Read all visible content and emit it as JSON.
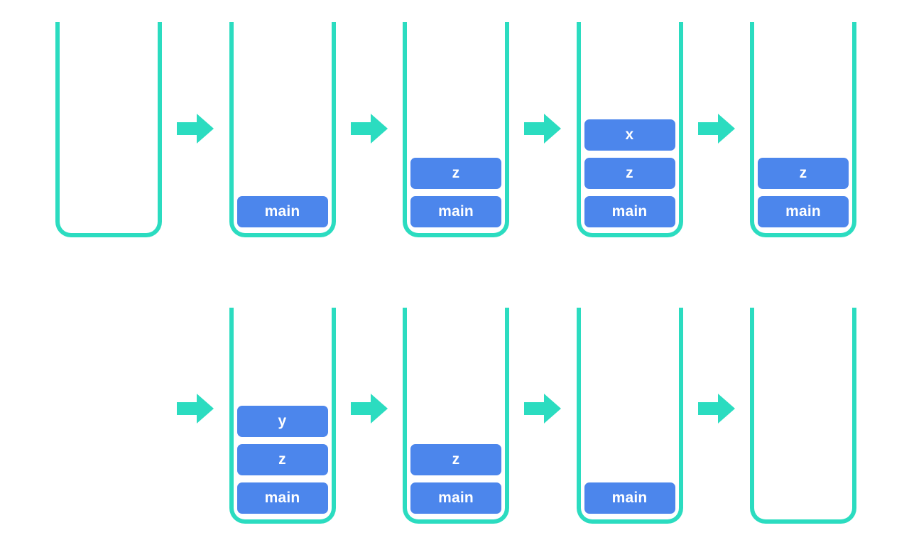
{
  "diagram": {
    "kind": "call-stack-evolution",
    "description": "Sequence of call stack states as functions are pushed and popped",
    "colors": {
      "stack_stroke": "#2bdcc0",
      "arrow_fill": "#2bdcc0",
      "frame_fill": "#4c86ec",
      "frame_text": "#ffffff",
      "background": "#ffffff"
    },
    "rows": [
      {
        "name": "top-row",
        "states": [
          {
            "id": "state-1",
            "frames": []
          },
          {
            "id": "state-2",
            "frames": [
              "main"
            ]
          },
          {
            "id": "state-3",
            "frames": [
              "main",
              "z"
            ]
          },
          {
            "id": "state-4",
            "frames": [
              "main",
              "z",
              "x"
            ]
          },
          {
            "id": "state-5",
            "frames": [
              "main",
              "z"
            ]
          }
        ],
        "arrows": [
          "arrow-1",
          "arrow-2",
          "arrow-3",
          "arrow-4"
        ]
      },
      {
        "name": "bottom-row",
        "states": [
          {
            "id": "state-6",
            "frames": [
              "main",
              "z",
              "y"
            ]
          },
          {
            "id": "state-7",
            "frames": [
              "main",
              "z"
            ]
          },
          {
            "id": "state-8",
            "frames": [
              "main"
            ]
          },
          {
            "id": "state-9",
            "frames": []
          }
        ],
        "arrows": [
          "arrow-5",
          "arrow-6",
          "arrow-7",
          "arrow-8"
        ]
      }
    ]
  }
}
